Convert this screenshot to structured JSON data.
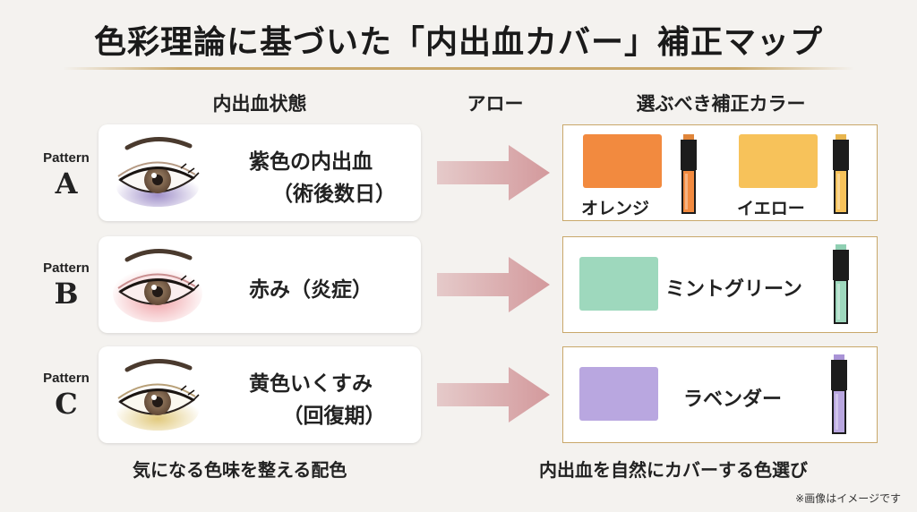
{
  "title": "色彩理論に基づいた「内出血カバー」補正マップ",
  "headers": {
    "condition": "内出血状態",
    "arrow": "アロー",
    "color": "選ぶべき補正カラー"
  },
  "patterns": [
    {
      "label": "Pattern",
      "letter": "A",
      "condition_line1": "紫色の内出血",
      "condition_line2": "（術後数日）",
      "eye_tint": "#8f7cc0",
      "colors": [
        {
          "name": "オレンジ",
          "hex": "#f28a3f"
        },
        {
          "name": "イエロー",
          "hex": "#f7c25a"
        }
      ]
    },
    {
      "label": "Pattern",
      "letter": "B",
      "condition_line1": "赤み（炎症）",
      "condition_line2": "",
      "eye_tint": "#ec8f95",
      "colors": [
        {
          "name": "ミントグリーン",
          "hex": "#9ed8bd"
        }
      ]
    },
    {
      "label": "Pattern",
      "letter": "C",
      "condition_line1": "黄色いくすみ",
      "condition_line2": "（回復期）",
      "eye_tint": "#dcc066",
      "colors": [
        {
          "name": "ラベンダー",
          "hex": "#b9a7e0"
        }
      ]
    }
  ],
  "bottom": {
    "left": "気になる色味を整える配色",
    "right": "内出血を自然にカバーする色選び"
  },
  "note": "※画像はイメージです",
  "accent_gold": "#c9a86a",
  "arrow_color": "#d3999c"
}
